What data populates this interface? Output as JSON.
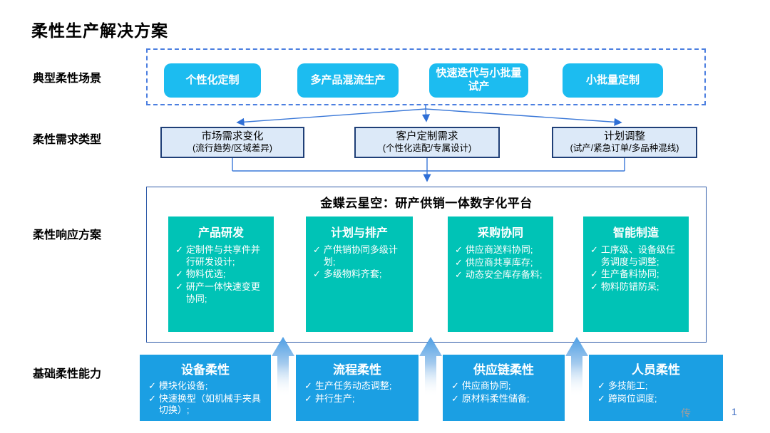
{
  "title": "柔性生产解决方案",
  "section_labels": [
    {
      "label": "典型柔性场景"
    },
    {
      "label": "柔性需求类型"
    },
    {
      "label": "柔性响应方案"
    },
    {
      "label": "基础柔性能力"
    }
  ],
  "scenarios": {
    "items": [
      {
        "label": "个性化定制"
      },
      {
        "label": "多产品混流生产"
      },
      {
        "label": "快速迭代与小批量试产"
      },
      {
        "label": "小批量定制"
      }
    ]
  },
  "demands": {
    "items": [
      {
        "title": "市场需求变化",
        "subtitle": "(流行趋势/区域差异)"
      },
      {
        "title": "客户定制需求",
        "subtitle": "(个性化选配/专属设计)"
      },
      {
        "title": "计划调整",
        "subtitle": "(试产/紧急订单/多品种混线)"
      }
    ]
  },
  "platform": {
    "title": "金蝶云星空：研产供销一体数字化平台",
    "modules": [
      {
        "title": "产品研发",
        "bullets": [
          "定制件与共享件并行研发设计;",
          "物料优选;",
          "研产一体快速变更协同;"
        ]
      },
      {
        "title": "计划与排产",
        "bullets": [
          "产供销协同多级计划;",
          "多级物料齐套;"
        ]
      },
      {
        "title": "采购协同",
        "bullets": [
          "供应商送料协同;",
          "供应商共享库存;",
          "动态安全库存备料;"
        ]
      },
      {
        "title": "智能制造",
        "bullets": [
          "工序级、设备级任务调度与调整;",
          "生产备料协同;",
          "物料防错防呆;"
        ]
      }
    ]
  },
  "capabilities": {
    "items": [
      {
        "title": "设备柔性",
        "bullets": [
          "模块化设备;",
          "快速换型（如机械手夹具切换）;"
        ]
      },
      {
        "title": "流程柔性",
        "bullets": [
          "生产任务动态调整;",
          "并行生产;"
        ]
      },
      {
        "title": "供应链柔性",
        "bullets": [
          "供应商协同;",
          "原材料柔性储备;"
        ]
      },
      {
        "title": "人员柔性",
        "bullets": [
          "多技能工;",
          "跨岗位调度;"
        ]
      }
    ]
  },
  "footer": {
    "watermark": "传",
    "page_number": "1"
  },
  "icons": {
    "check": "✓"
  },
  "colors": {
    "scenario_box": "#1cbcf0",
    "solution_box": "#00c3b6",
    "capability_box": "#1b9fe3",
    "demand_fill": "#dce9f8",
    "demand_border": "#1f3f77",
    "container_border": "#2e5aa8",
    "dashed_border": "#4c7fe0",
    "connector": "#3a78d8",
    "page_number": "#4472c4"
  }
}
